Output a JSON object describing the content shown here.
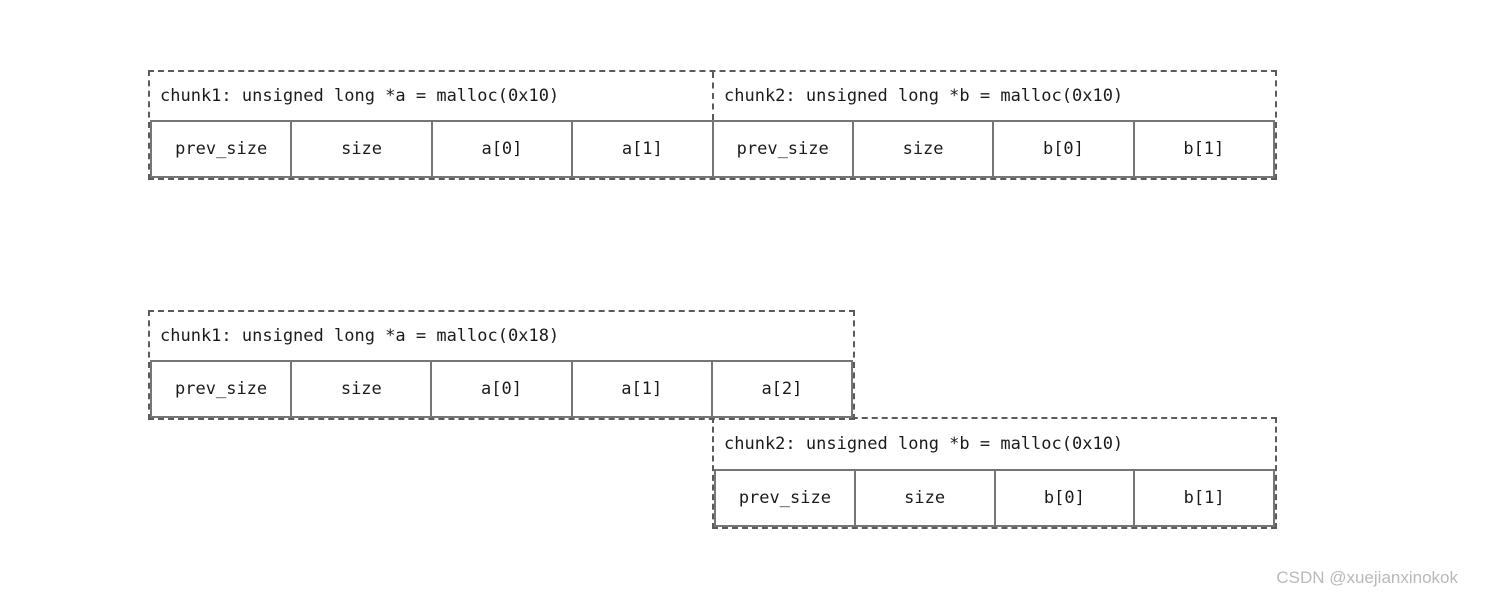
{
  "colors": {
    "background": "#ffffff",
    "dashed_border": "#5b5b5b",
    "solid_border": "#767676",
    "text": "#1b1b1b",
    "watermark": "#b9b9b9"
  },
  "diagram_top": {
    "chunk1": {
      "label": "chunk1: unsigned long *a = malloc(0x10)",
      "cells": [
        "prev_size",
        "size",
        "a[0]",
        "a[1]"
      ]
    },
    "chunk2": {
      "label": "chunk2: unsigned long *b = malloc(0x10)",
      "cells": [
        "prev_size",
        "size",
        "b[0]",
        "b[1]"
      ]
    }
  },
  "diagram_bottom": {
    "chunk1": {
      "label": "chunk1: unsigned long *a = malloc(0x18)",
      "cells": [
        "prev_size",
        "size",
        "a[0]",
        "a[1]",
        "a[2]"
      ]
    },
    "chunk2": {
      "label": "chunk2: unsigned long *b = malloc(0x10)",
      "cells": [
        "prev_size",
        "size",
        "b[0]",
        "b[1]"
      ]
    }
  },
  "watermark": "CSDN @xuejianxinokok"
}
